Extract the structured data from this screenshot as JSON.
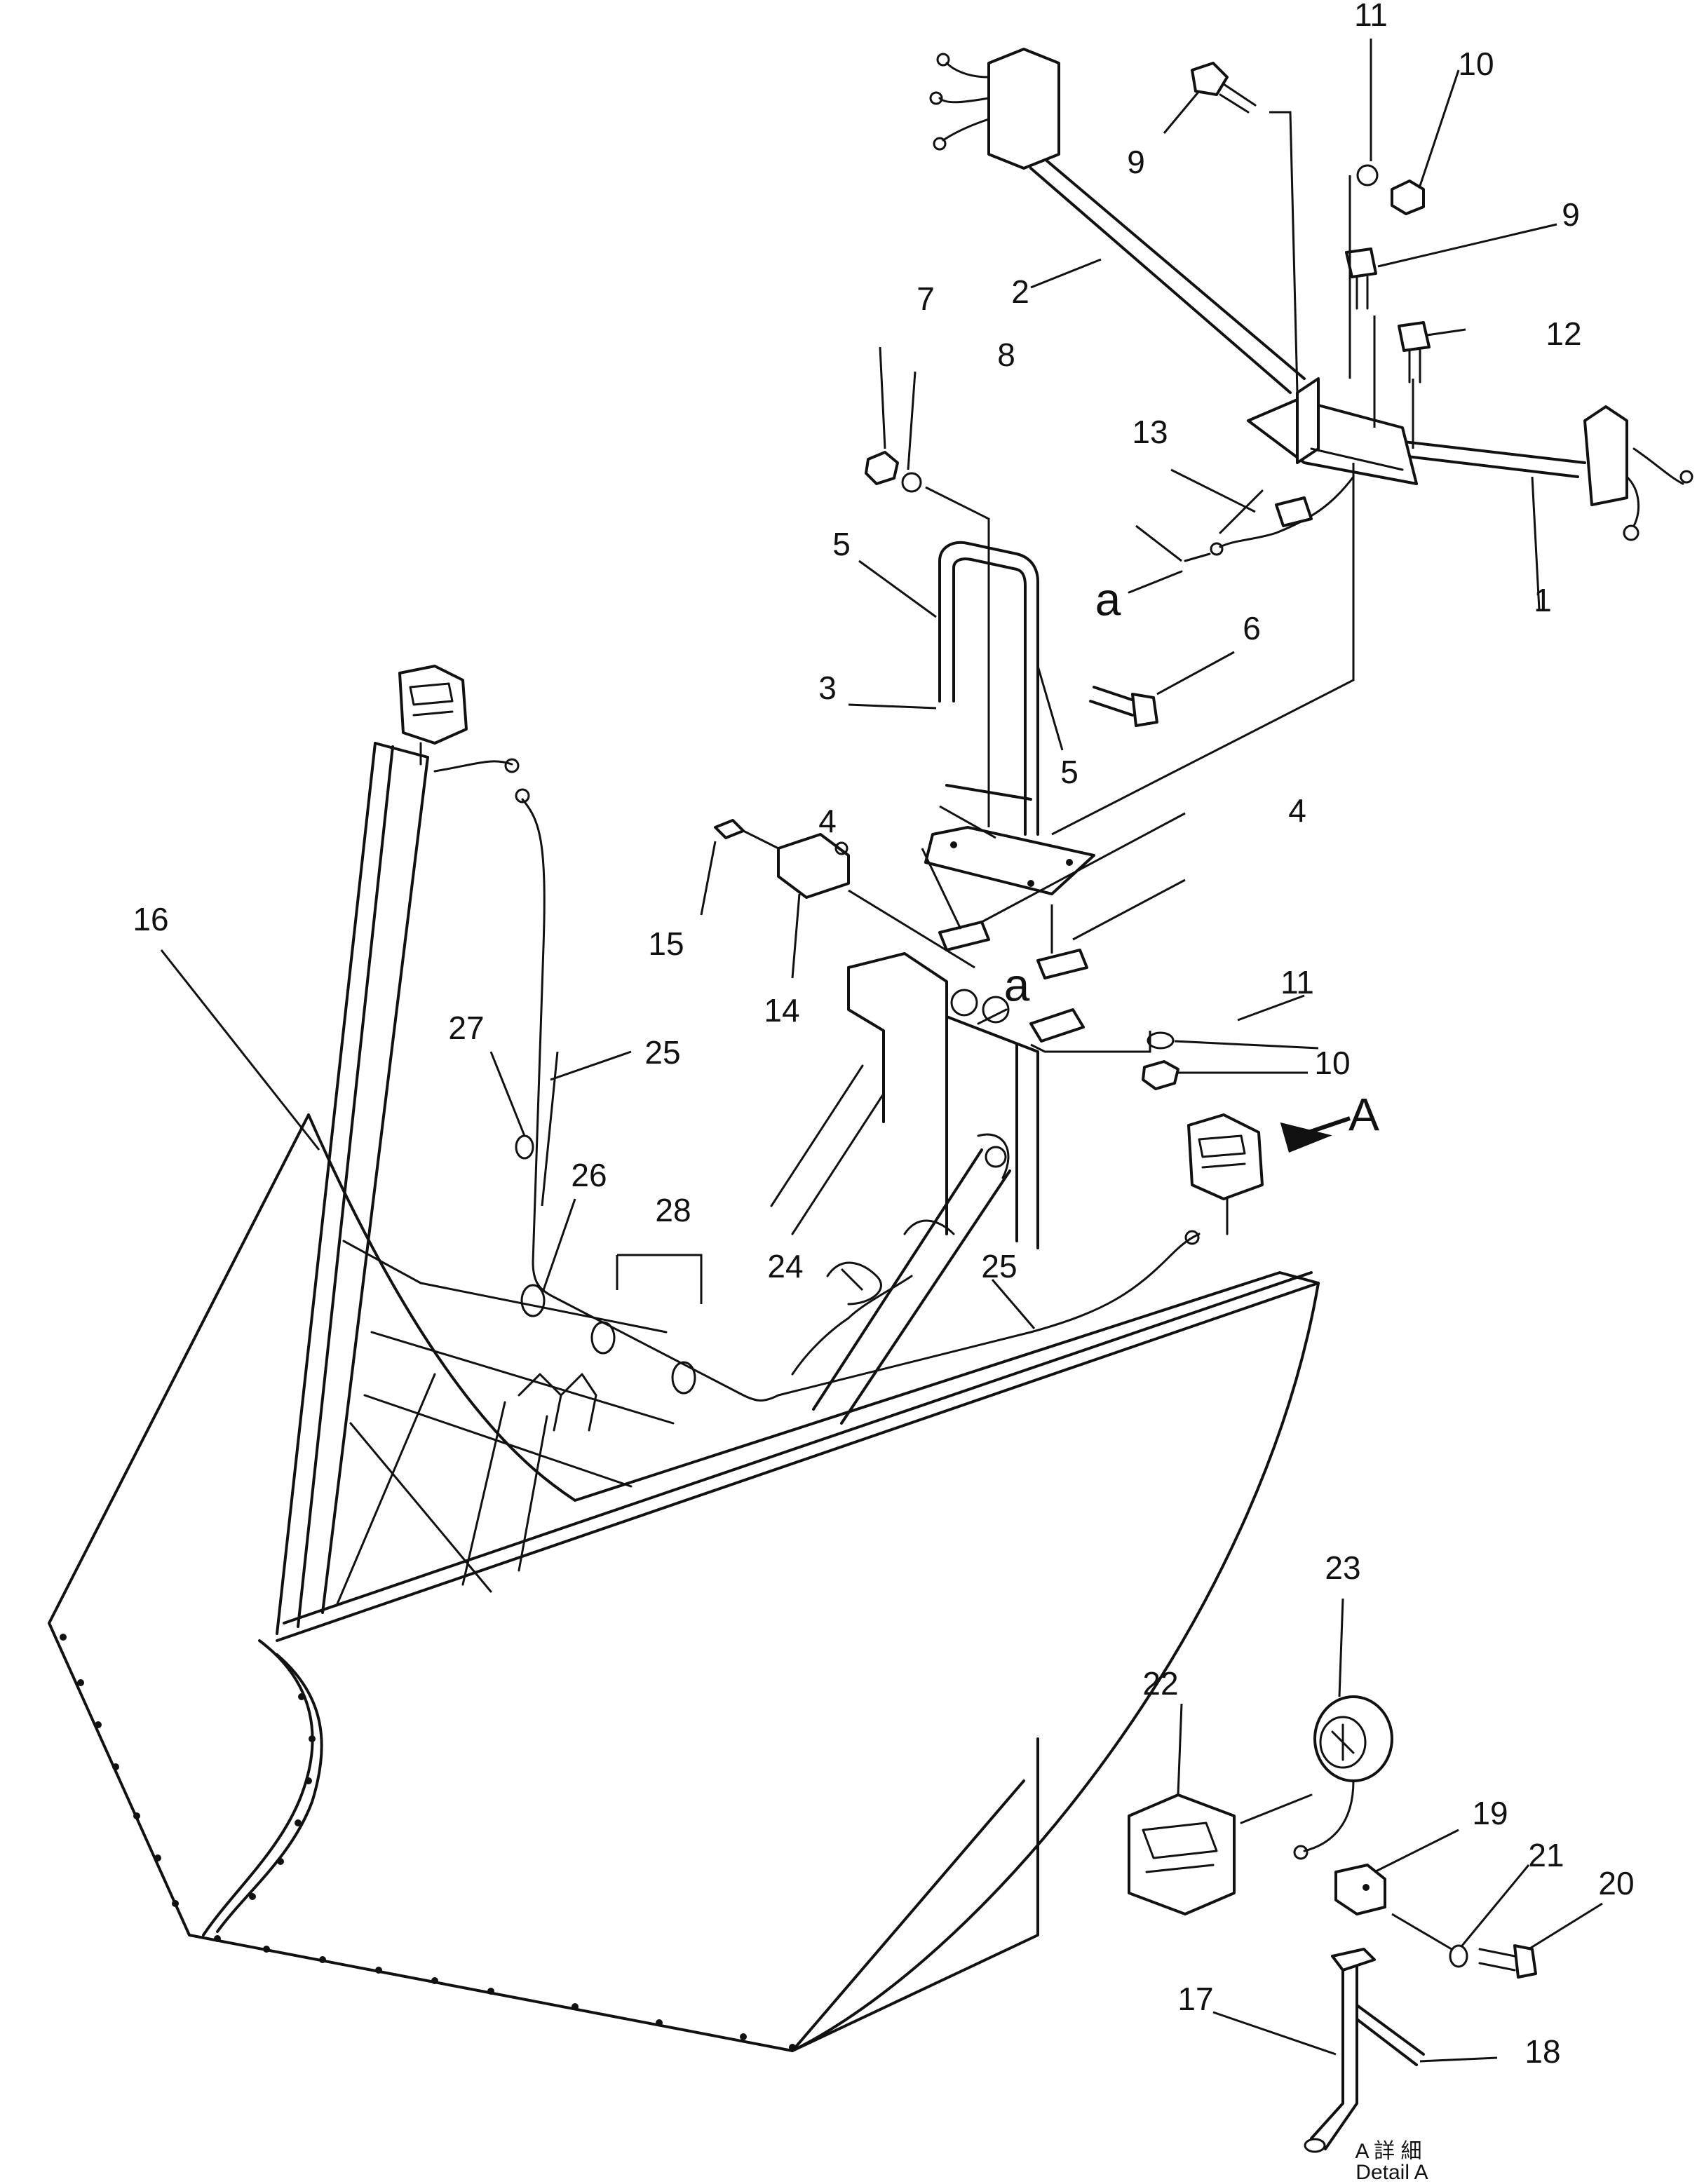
{
  "callouts": [
    {
      "id": "1",
      "text": "1"
    },
    {
      "id": "2",
      "text": "2"
    },
    {
      "id": "3",
      "text": "3"
    },
    {
      "id": "4a",
      "text": "4"
    },
    {
      "id": "4b",
      "text": "4"
    },
    {
      "id": "5a",
      "text": "5"
    },
    {
      "id": "5b",
      "text": "5"
    },
    {
      "id": "6",
      "text": "6"
    },
    {
      "id": "7",
      "text": "7"
    },
    {
      "id": "8",
      "text": "8"
    },
    {
      "id": "9a",
      "text": "9"
    },
    {
      "id": "9b",
      "text": "9"
    },
    {
      "id": "10a",
      "text": "10"
    },
    {
      "id": "10b",
      "text": "10"
    },
    {
      "id": "11a",
      "text": "11"
    },
    {
      "id": "11b",
      "text": "11"
    },
    {
      "id": "12",
      "text": "12"
    },
    {
      "id": "13",
      "text": "13"
    },
    {
      "id": "14",
      "text": "14"
    },
    {
      "id": "15",
      "text": "15"
    },
    {
      "id": "16",
      "text": "16"
    },
    {
      "id": "17",
      "text": "17"
    },
    {
      "id": "18",
      "text": "18"
    },
    {
      "id": "19",
      "text": "19"
    },
    {
      "id": "20",
      "text": "20"
    },
    {
      "id": "21",
      "text": "21"
    },
    {
      "id": "22",
      "text": "22"
    },
    {
      "id": "23",
      "text": "23"
    },
    {
      "id": "24",
      "text": "24"
    },
    {
      "id": "25a",
      "text": "25"
    },
    {
      "id": "25b",
      "text": "25"
    },
    {
      "id": "26",
      "text": "26"
    },
    {
      "id": "27",
      "text": "27"
    },
    {
      "id": "28",
      "text": "28"
    }
  ],
  "markers": {
    "a_upper": "a",
    "a_lower": "a",
    "view_A": "A"
  },
  "detail_caption": {
    "line1": "A 詳 細",
    "line2": "Detail A"
  }
}
